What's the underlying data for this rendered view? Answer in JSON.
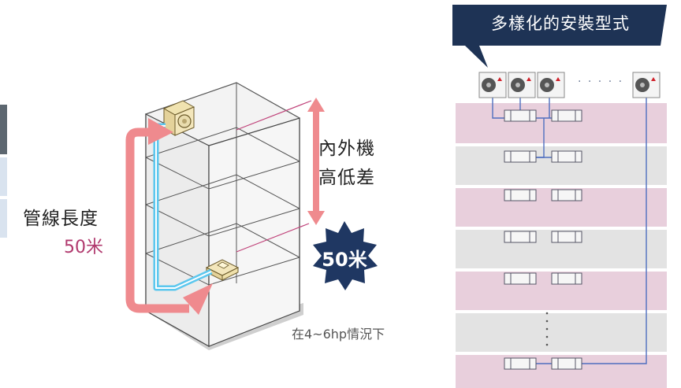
{
  "left_diagram": {
    "height_label_line1": "內外機",
    "height_label_line2": "高低差",
    "pipe_label": "管線長度",
    "pipe_value": "50米",
    "badge_value": "50米",
    "condition_note": "在4~6hp情況下"
  },
  "right_diagram": {
    "banner_title": "多樣化的安裝型式",
    "dots": "· · · · ·"
  },
  "colors": {
    "pink_arrow": "#ef8a8e",
    "blue_pipe": "#5cc7ee",
    "banner_navy": "#1e3355",
    "starburst_navy": "#1f3762",
    "floor_pink": "#e8cfdc",
    "floor_grey": "#e3e3e3",
    "accent_magenta": "#b0386d"
  }
}
